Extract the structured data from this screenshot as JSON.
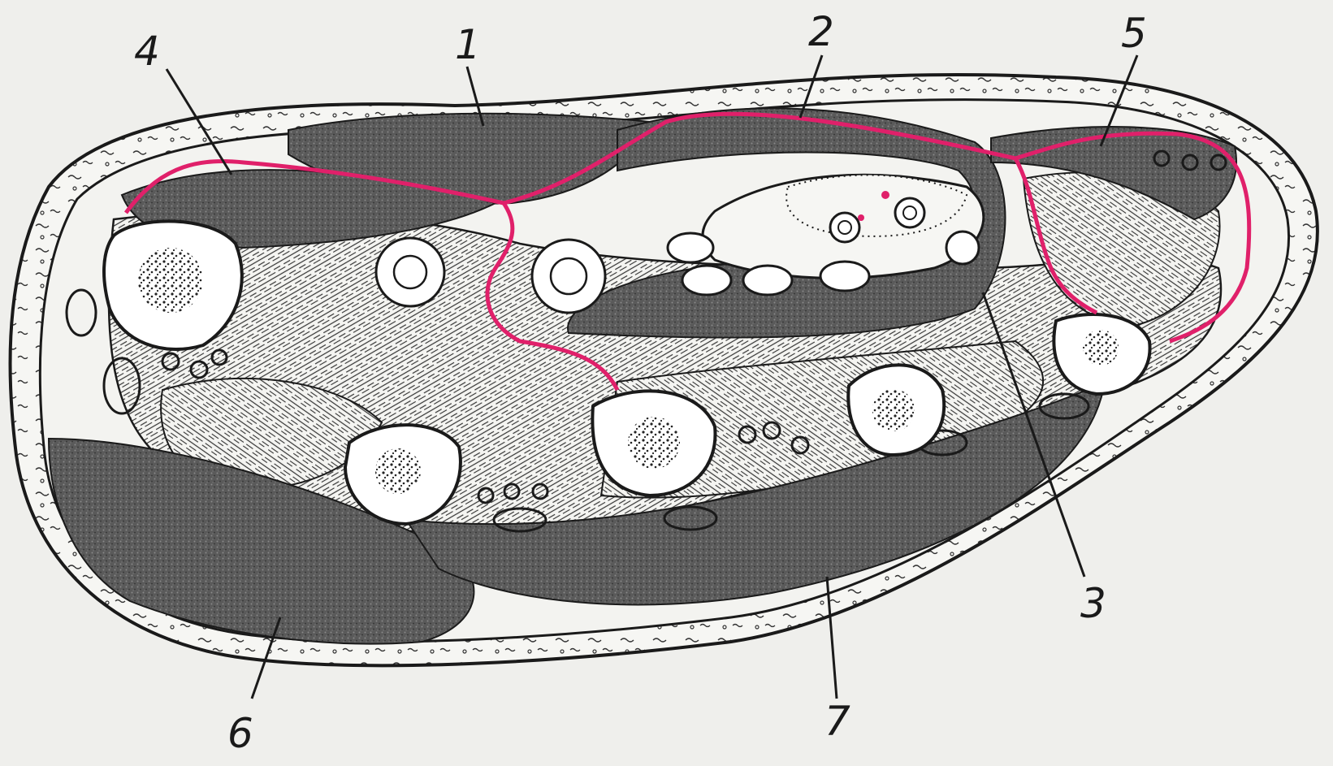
{
  "figure": {
    "labels": [
      {
        "id": "label-1",
        "text": "1"
      },
      {
        "id": "label-2",
        "text": "2"
      },
      {
        "id": "label-3",
        "text": "3"
      },
      {
        "id": "label-4",
        "text": "4"
      },
      {
        "id": "label-5",
        "text": "5"
      },
      {
        "id": "label-6",
        "text": "6"
      },
      {
        "id": "label-7",
        "text": "7"
      }
    ],
    "colors": {
      "background": "#efefec",
      "ink": "#1a1a1a",
      "muscle_fill": "#5c5c5c",
      "fascia_line": "#e0206a"
    }
  }
}
